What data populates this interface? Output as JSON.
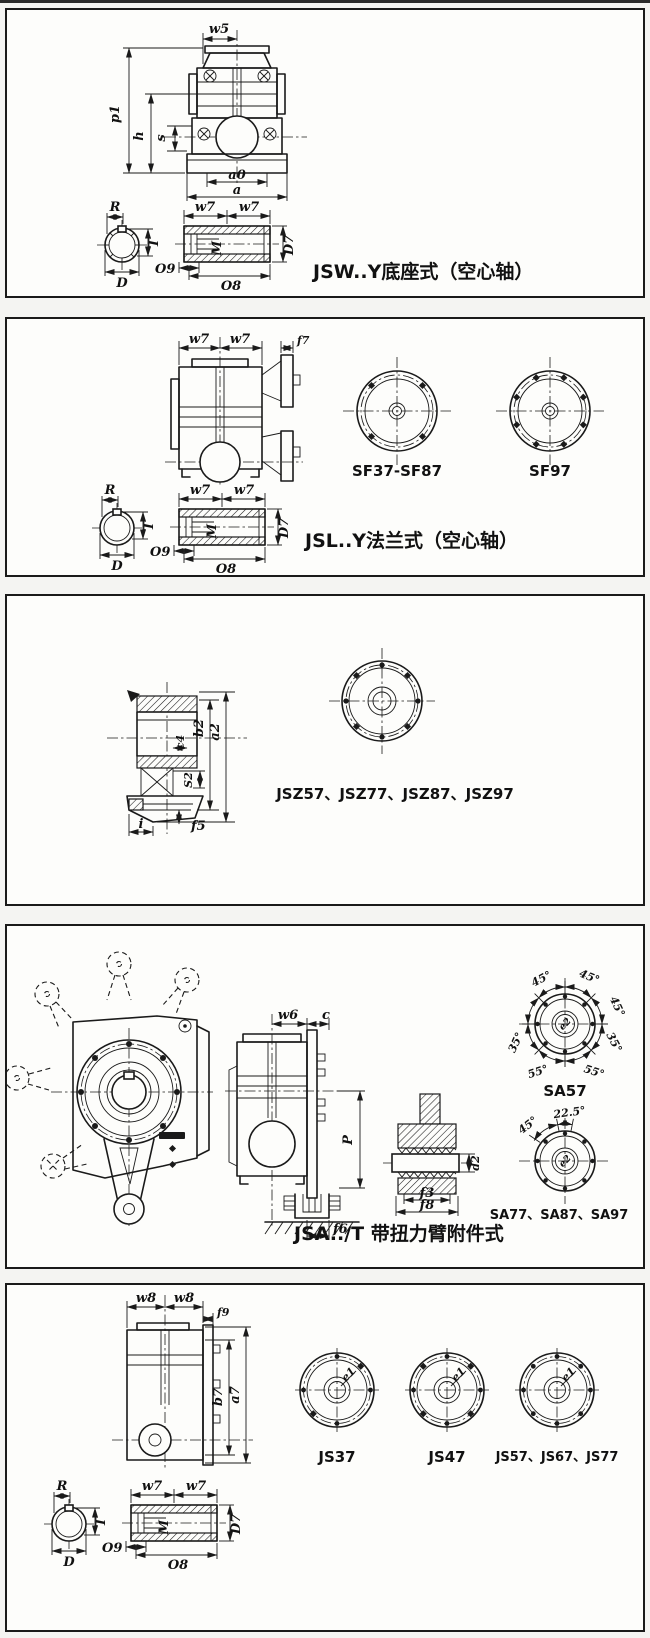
{
  "page": {
    "background": "#f4f4f2",
    "paper": "#fdfdfb",
    "ink": "#1a1a1a"
  },
  "panels": [
    {
      "title": "JSW..Y底座式（空心轴）",
      "front": {
        "w5": "w5",
        "p1": "p1",
        "h": "h",
        "s": "s",
        "a0": "a0",
        "a": "a"
      },
      "shaft": {
        "R": "R",
        "T": "T",
        "D": "D",
        "w7a": "w7",
        "w7b": "w7",
        "M": "M",
        "D7": "D7",
        "O9": "O9",
        "O8": "O8"
      }
    },
    {
      "title": "JSL..Y法兰式（空心轴）",
      "side": {
        "w7a": "w7",
        "w7b": "w7",
        "f7": "f7"
      },
      "flanges": [
        {
          "label": "SF37-SF87"
        },
        {
          "label": "SF97"
        }
      ],
      "shaft": {
        "R": "R",
        "T": "T",
        "D": "D",
        "w7a": "w7",
        "w7b": "w7",
        "M": "M",
        "D7": "D7",
        "O9": "O9",
        "O8": "O8"
      }
    },
    {
      "caption": "JSZ57、JSZ77、JSZ87、JSZ97",
      "section": {
        "b2": "b2",
        "a2": "a2",
        "c4": "c4",
        "S2": "S2",
        "f5": "f5",
        "i": "i"
      }
    },
    {
      "title": "JSA../T 带扭力臂附件式",
      "side": {
        "w6": "w6",
        "c": "c",
        "P": "P",
        "f6": "f6"
      },
      "bushing": {
        "d2": "d2",
        "f3": "f3",
        "f8": "f8"
      },
      "sa57": {
        "label": "SA57",
        "center_label": "e2",
        "angles": [
          "45°",
          "45°",
          "45°",
          "35°",
          "35°",
          "55°",
          "55°"
        ]
      },
      "sa77": {
        "label": "SA77、SA87、SA97",
        "center_label": "e2",
        "angles": [
          "22.5°",
          "45°"
        ]
      }
    },
    {
      "side": {
        "w8a": "w8",
        "w8b": "w8",
        "f9": "f9",
        "b7": "b7",
        "a7": "a7"
      },
      "flanges": [
        {
          "label": "JS37",
          "center_label": "e1"
        },
        {
          "label": "JS47",
          "center_label": "e1"
        },
        {
          "label": "JS57、JS67、JS77",
          "center_label": "e1"
        }
      ],
      "shaft": {
        "R": "R",
        "T": "T",
        "D": "D",
        "w7a": "w7",
        "w7b": "w7",
        "M": "M",
        "D7": "D7",
        "O9": "O9",
        "O8": "O8"
      }
    }
  ]
}
